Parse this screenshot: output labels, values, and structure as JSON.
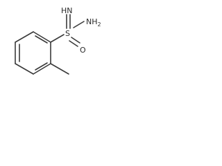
{
  "molecule": {
    "atoms": {
      "imine": "HN",
      "sulfur": "S",
      "amine_main": "NH",
      "amine_sub": "2",
      "oxygen": "O"
    }
  }
}
